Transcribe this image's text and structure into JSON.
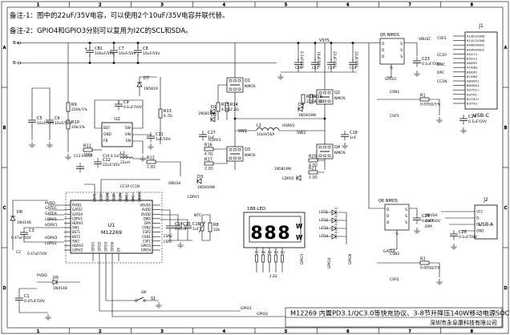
{
  "notes": {
    "note1": "备注-1：图中的22uF/35V电容，可以使用2个10uF/35V电容并联代替。",
    "note2": "备注-2：GPIO4和GPIO3分别可以复用为I2C的SCL和SDA。"
  },
  "border": {
    "cols": [
      "1",
      "2",
      "3",
      "4",
      "5",
      "6",
      "7",
      "8"
    ],
    "rows": [
      "A",
      "B",
      "C",
      "D"
    ]
  },
  "title_block": {
    "title": "M12269 内置PD3.1/QC3.0等快充协议、3-8节升降压140W移动电源SOC",
    "company": "深圳市永阜康科技有限公司"
  },
  "nets": {
    "bplus": "B+",
    "bminus": "B-",
    "vsys": "VSYS",
    "vbusa": "VBUSA",
    "vbusc": "VBUSC",
    "gatec": "GATEC",
    "gatea": "GATEA",
    "csp1": "CSP1",
    "csn1": "CSN1",
    "csp2": "CSP2",
    "csn2": "CSN2",
    "cc1p": "CC1P",
    "cc1n": "CC1N",
    "dmc": "DMC",
    "dpc": "DPC",
    "dma": "DMA",
    "dpa": "DPA",
    "pvdd": "PVDD",
    "hdrv1": "HDRV1",
    "ldrv1": "LDRV1",
    "hdrv2": "HDRV2",
    "ldrv2": "LDRV2",
    "sw1": "SW1",
    "sw2": "SW2",
    "gpio1": "GPIO1",
    "gpio2": "GPIO2",
    "gpio3": "GPIO3",
    "gpio4": "GPIO4",
    "gpio5": "GPIO5",
    "gpio6": "GPIO6"
  },
  "components": {
    "cb1": {
      "ref": "CB1",
      "value": "100uF/50V"
    },
    "c7": {
      "ref": "C7",
      "value": "10uF/50V"
    },
    "c8": {
      "ref": "C8",
      "value": "10uF/50V"
    },
    "r9": {
      "ref": "R9",
      "value": "220k/1%"
    },
    "r10": {
      "ref": "R10",
      "value": "20k/1%"
    },
    "c5": {
      "ref": "C5",
      "value": "10uF/50V"
    },
    "c6": {
      "ref": "C6",
      "value": "10uF/50V"
    },
    "d7": {
      "ref": "D7",
      "value": "1N5819"
    },
    "c9": {
      "ref": "C9",
      "value": "0.1uF/50V"
    },
    "u2": {
      "ref": "U2",
      "pins_left": [
        "BST",
        "GND",
        "FB"
      ],
      "pins_right": [
        "SW",
        "VIN",
        "EN"
      ]
    },
    "r11": {
      "ref": "R11",
      "value": "100k"
    },
    "c11": {
      "ref": "C11",
      "value": "1uF/50V"
    },
    "c10": {
      "ref": "C10",
      "value": "0.1uF/50V"
    },
    "l2": {
      "ref": "L2",
      "value": "22uH"
    },
    "c12": {
      "ref": "C12",
      "value": "22uF/35V"
    },
    "r13": {
      "ref": "R13",
      "value": "4.7Ω"
    },
    "r12": {
      "ref": "R12",
      "value": "2.2Ω"
    },
    "q1": {
      "ref": "Q1",
      "type": "NMOS"
    },
    "q2": {
      "ref": "Q2",
      "type": "NMOS"
    },
    "q3": {
      "ref": "Q3",
      "type": "NMOS"
    },
    "q4": {
      "ref": "Q4",
      "type": "NMOS"
    },
    "q5": {
      "ref": "Q5",
      "type": "NMOS"
    },
    "q6": {
      "ref": "Q6",
      "type": "NMOS"
    },
    "d1": {
      "ref": "D1",
      "value": "1N5819W"
    },
    "d2": {
      "ref": "D2",
      "value": "1N5819W"
    },
    "d3": {
      "ref": "D3",
      "value": "1N5819W"
    },
    "d4": {
      "ref": "D4",
      "value": "1N5819W"
    },
    "r14": {
      "ref": "R14",
      "value": "2.2Ω"
    },
    "r15": {
      "ref": "R15",
      "value": "4.7Ω"
    },
    "r16": {
      "ref": "R16",
      "value": "4.7Ω"
    },
    "r17": {
      "ref": "R17",
      "value": "2.2Ω"
    },
    "r18": {
      "ref": "R18",
      "value": "2.2Ω"
    },
    "r19": {
      "ref": "R19",
      "value": "4.7Ω"
    },
    "r20": {
      "ref": "R20",
      "value": "4.7Ω"
    },
    "r21": {
      "ref": "R21",
      "value": "2.2Ω"
    },
    "l1": {
      "ref": "L1",
      "value": "10uH/16A"
    },
    "c17": {
      "ref": "C17",
      "value": "1nF"
    },
    "c18": {
      "ref": "C18",
      "value": "1nF"
    },
    "r1": {
      "ref": "R1",
      "value": "0.005Ω/1%"
    },
    "r2": {
      "ref": "R2",
      "value": "0.005Ω/1%"
    },
    "c20": {
      "ref": "C20",
      "value": "0.1uF/50V"
    },
    "c22": {
      "ref": "C22",
      "value": "10uF/50V"
    },
    "c19": {
      "ref": "C19",
      "value": "22uF/35V"
    },
    "c23": {
      "ref": "C23",
      "value": "0.1uF/50V"
    },
    "c24": {
      "ref": "C24",
      "value": "0.1uF/50V"
    },
    "c25": {
      "ref": "C25",
      "value": "0.1uF/50V"
    },
    "c26": {
      "ref": "C26",
      "value": "0.1uF/50V"
    },
    "u1": {
      "ref": "U1",
      "part": "M12269",
      "pins_left": [
        "PVDD",
        "GATEC",
        "GATEA",
        "LDRV1",
        "HDRV1",
        "SW1",
        "BST1",
        "BST2",
        "SW2",
        "HDRV2",
        "LDRV2"
      ],
      "pins_right": [
        "VBUSA",
        "AVDD",
        "DVDD",
        "DMA",
        "DPA",
        "CSN2",
        "CSP2",
        "CSN1",
        "CSP1",
        "GPIO5",
        "GPIO4"
      ],
      "pins_top": [
        "VSYS",
        "CC1P",
        "CC1N",
        "CC2P",
        "CC2N",
        "DMC",
        "DPC",
        "VBUSC"
      ],
      "pins_bottom": [
        "GPIO1",
        "GPIO2",
        "GPIO3",
        "GPIO6",
        "EP"
      ]
    },
    "c13": {
      "ref": "C13",
      "value": "0.47uF"
    },
    "c14": {
      "ref": "C14",
      "value": "0.47uF"
    },
    "c15": {
      "ref": "C15",
      "value": "1uF"
    },
    "c16": {
      "ref": "C16",
      "value": "1uF"
    },
    "c3": {
      "ref": "C3",
      "value": "0.47uF/50V"
    },
    "c2": {
      "ref": "C2",
      "value": "0.47uF/50V"
    },
    "c1": {
      "ref": "C1",
      "value": "0.47uF/50V"
    },
    "c4": {
      "ref": "C4",
      "value": "2.2uF"
    },
    "d6": {
      "ref": "D6",
      "value": "1N4148"
    },
    "d5": {
      "ref": "D5",
      "value": "1N4148"
    },
    "ntc": {
      "ref": "NTC",
      "value": "10k"
    },
    "r8": {
      "ref": "R8",
      "value": "10k"
    },
    "s1": {
      "ref": "S1",
      "value": "SW"
    },
    "seg": {
      "ref": "188-LED",
      "digits": [
        "8",
        "8",
        "8"
      ],
      "unit": "W"
    },
    "seg_resistors": [
      "R7",
      "R6",
      "R5",
      "R4",
      "R3"
    ],
    "leds": [
      "LED1",
      "LED2",
      "LED3",
      "LED4"
    ],
    "j1": {
      "ref": "J1",
      "name": "USB-C",
      "pins": [
        "A1/B12/GND",
        "B1/A12/GND",
        "A4/B9/VBUS",
        "B4/A9/VBUS",
        "A5/CC1",
        "B5/CC2",
        "A6/DP1",
        "A7/DN1",
        "B6/DP2",
        "B7/DN2",
        "A8/SBU1",
        "B8/SBU2",
        "A2/TX1+",
        "A3/TX1-",
        "B2/TX2+",
        "B3/TX2-"
      ]
    },
    "j2": {
      "ref": "J2",
      "name": "USB-A",
      "pins": [
        "VCC",
        "D-",
        "D+",
        "GND"
      ]
    },
    "q_labels": [
      "D",
      "D",
      "D",
      "S",
      "S",
      "S",
      "G"
    ]
  }
}
